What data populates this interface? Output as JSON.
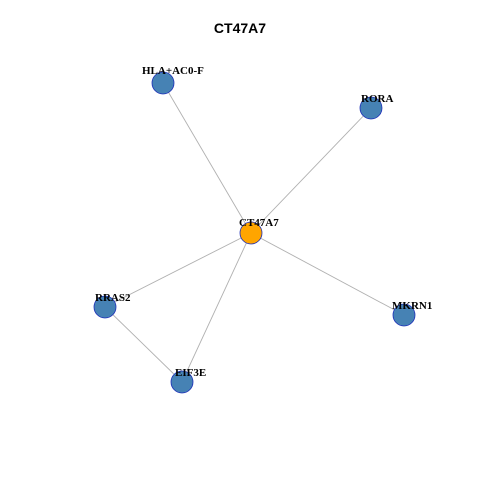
{
  "title": "CT47A7",
  "graph": {
    "nodes": [
      {
        "id": "CT47A7",
        "label": "CT47A7",
        "type": "center",
        "color": "#FFA500"
      },
      {
        "id": "HLA+AC0-F",
        "label": "HLA+AC0-F",
        "type": "neighbor",
        "color": "#4682B4"
      },
      {
        "id": "RORA",
        "label": "RORA",
        "type": "neighbor",
        "color": "#4682B4"
      },
      {
        "id": "RRAS2",
        "label": "RRAS2",
        "type": "neighbor",
        "color": "#4682B4"
      },
      {
        "id": "MKRN1",
        "label": "MKRN1",
        "type": "neighbor",
        "color": "#4682B4"
      },
      {
        "id": "EIF3E",
        "label": "EIF3E",
        "type": "neighbor",
        "color": "#4682B4"
      }
    ],
    "edges": [
      {
        "source": "CT47A7",
        "target": "HLA+AC0-F"
      },
      {
        "source": "CT47A7",
        "target": "RORA"
      },
      {
        "source": "CT47A7",
        "target": "RRAS2"
      },
      {
        "source": "CT47A7",
        "target": "MKRN1"
      },
      {
        "source": "CT47A7",
        "target": "EIF3E"
      },
      {
        "source": "RRAS2",
        "target": "EIF3E"
      }
    ],
    "node_stroke_color": "#1C2EB8",
    "edge_color": "#B0B0B0"
  }
}
